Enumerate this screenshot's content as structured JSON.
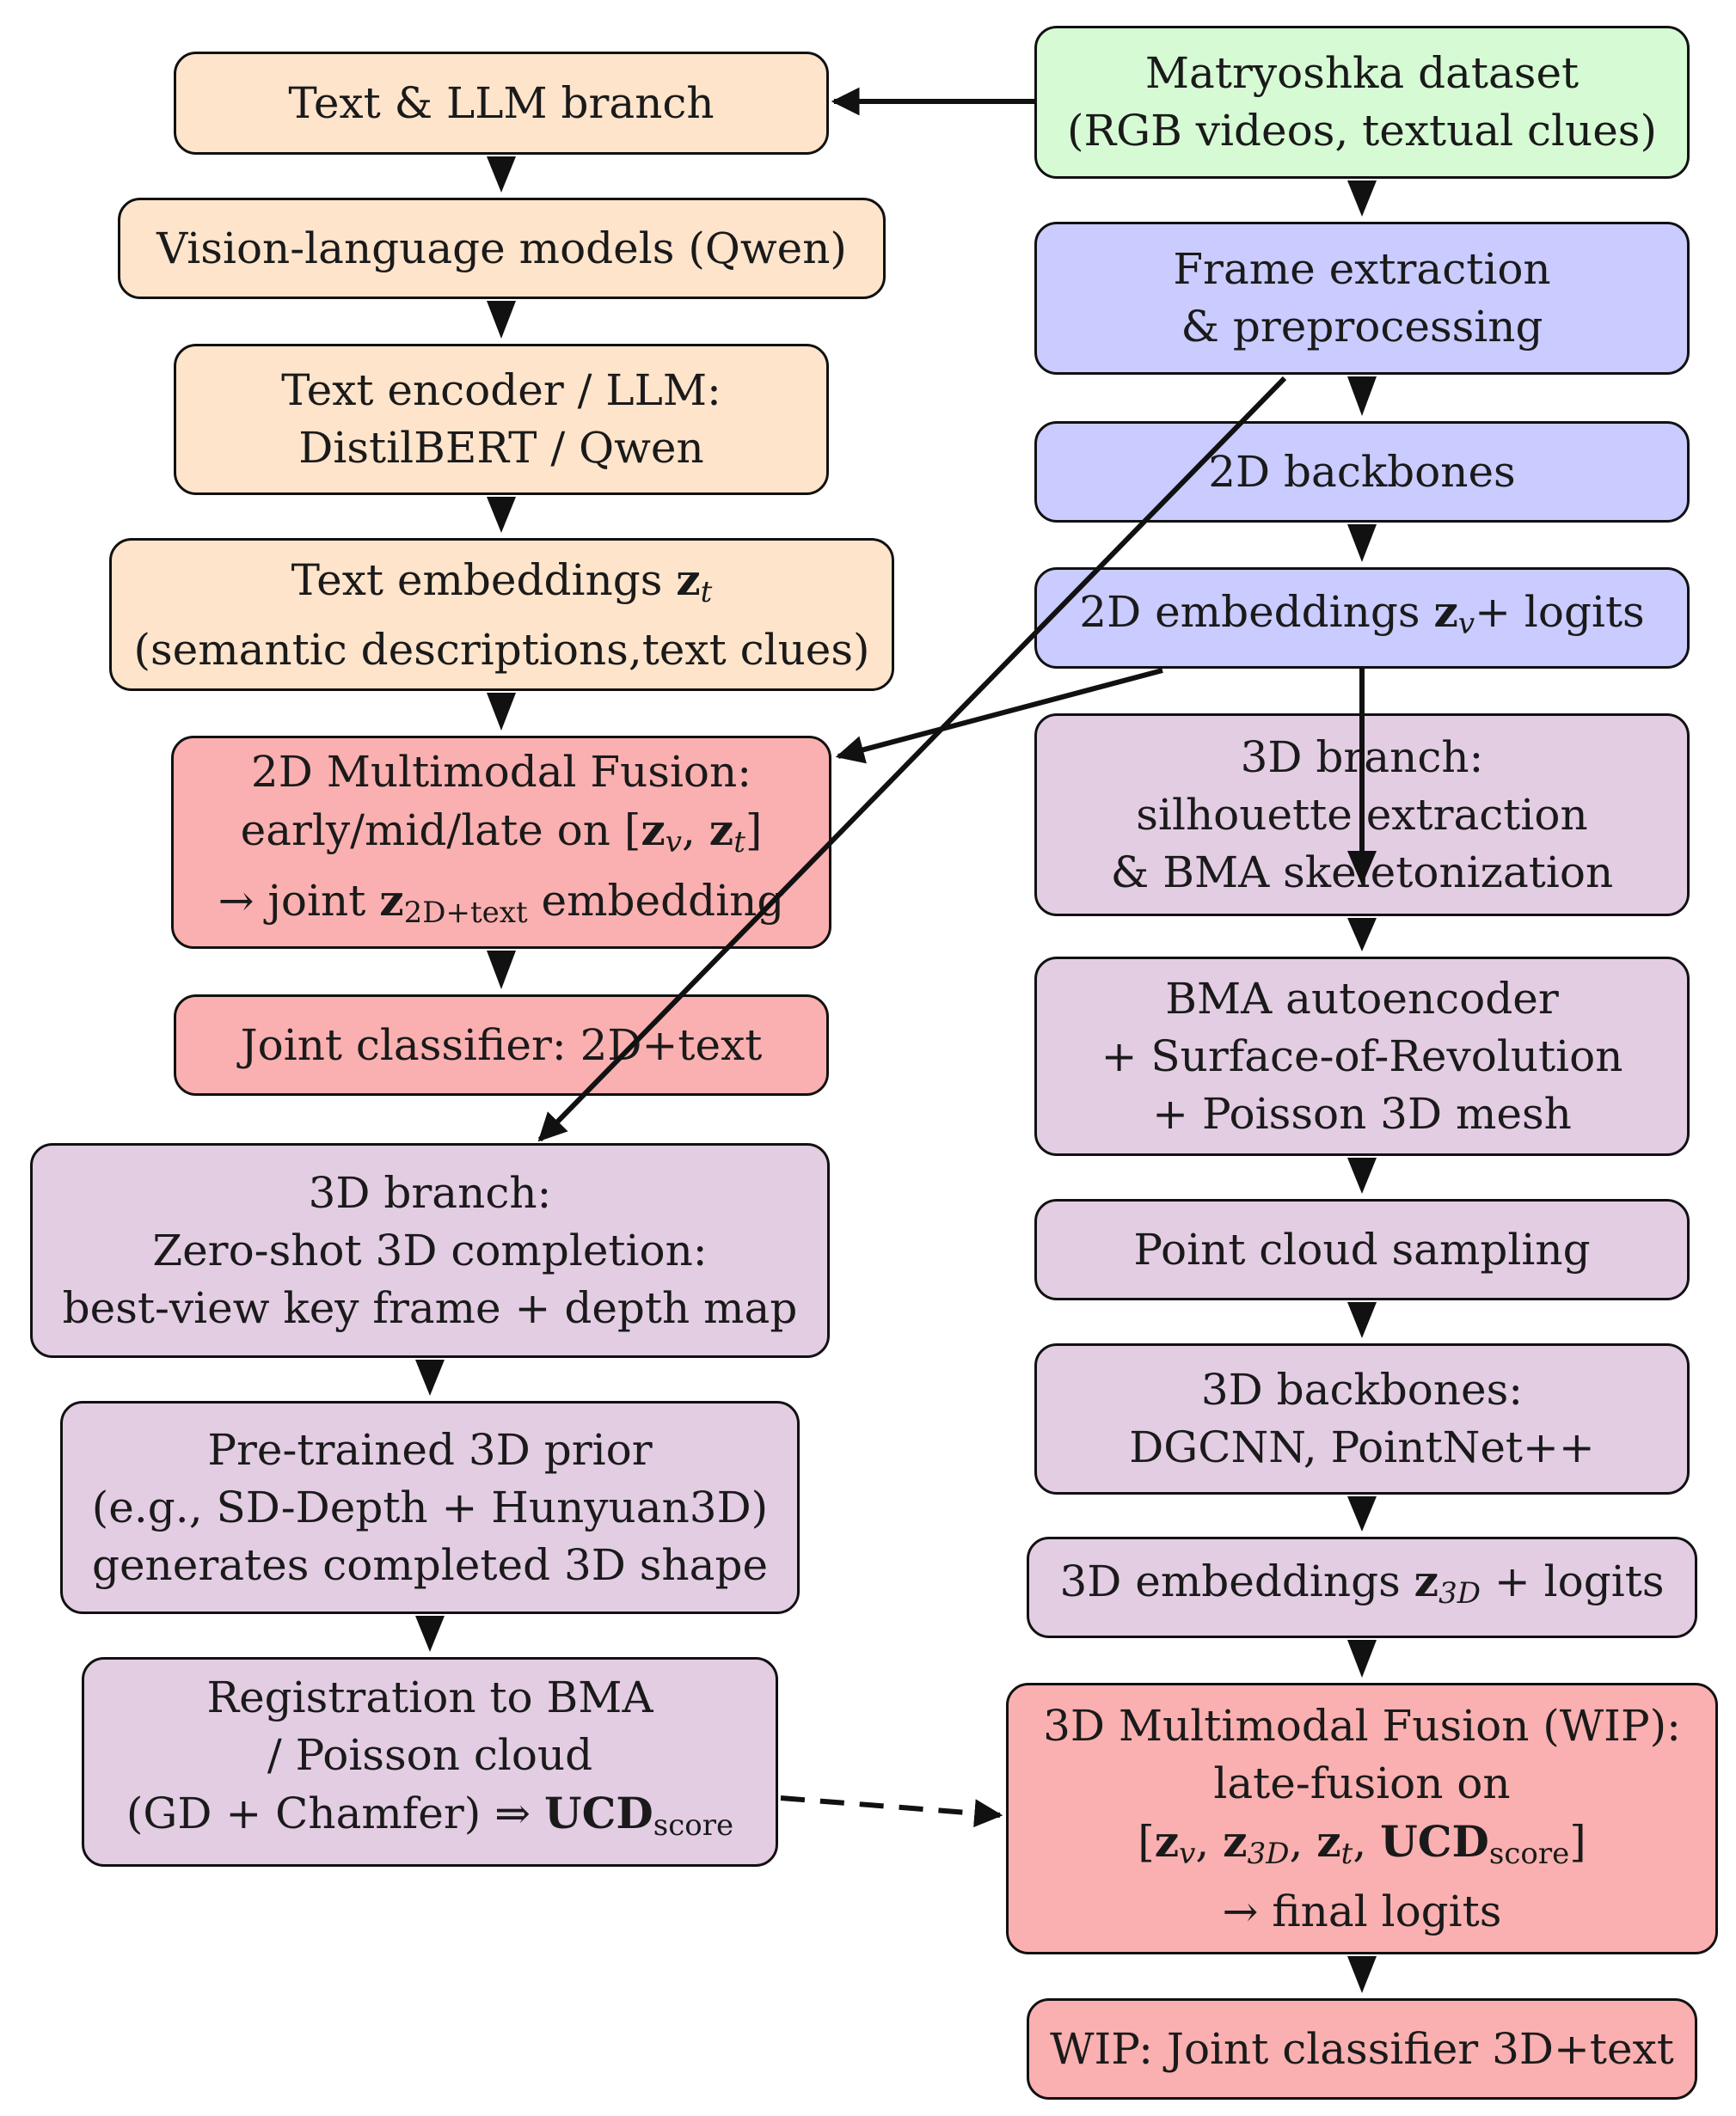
{
  "nodes": {
    "text_llm_branch": {
      "lines": [
        "Text & LLM branch"
      ]
    },
    "vlm": {
      "lines": [
        "Vision-language models (Qwen)"
      ]
    },
    "text_encoder": {
      "lines": [
        "Text encoder / LLM:",
        "DistilBERT / Qwen"
      ]
    },
    "text_embeddings": {
      "line1_prefix": "Text embeddings ",
      "line1_var": "z",
      "line1_sub": "t",
      "line2": "(semantic descriptions,text clues)"
    },
    "fusion_2d": {
      "line1": "2D Multimodal Fusion:",
      "line2_prefix": "early/mid/late on [",
      "z1": "z",
      "z1_sub": "v",
      "sep": ", ",
      "z2": "z",
      "z2_sub": "t",
      "line2_suffix": "]",
      "line3_prefix": "→ joint ",
      "z3": "z",
      "z3_sub": "2D+text",
      "line3_suffix": " embedding"
    },
    "joint_classifier_2d": {
      "lines": [
        "Joint classifier: 2D+text"
      ]
    },
    "branch_3d_left": {
      "lines": [
        "3D branch:",
        "Zero-shot 3D completion:",
        "best-view key frame + depth map"
      ]
    },
    "prior_3d": {
      "lines": [
        "Pre-trained 3D prior",
        "(e.g., SD-Depth + Hunyuan3D)",
        "generates completed 3D shape"
      ]
    },
    "registration": {
      "line1": "Registration to BMA",
      "line2": "/ Poisson cloud",
      "line3_prefix": "(GD + Chamfer) ⇒ ",
      "ucd": "UCD",
      "ucd_sub": "score"
    },
    "dataset": {
      "lines": [
        "Matryoshka dataset",
        "(RGB videos, textual clues)"
      ]
    },
    "frame_extraction": {
      "lines": [
        "Frame extraction",
        "& preprocessing"
      ]
    },
    "backbones_2d": {
      "lines": [
        "2D backbones"
      ]
    },
    "embeddings_2d": {
      "prefix": "2D embeddings ",
      "var": "z",
      "sub": "v",
      "suffix": "+ logits"
    },
    "branch_3d_right": {
      "lines": [
        "3D branch:",
        "silhouette extraction",
        "& BMA skeletonization"
      ]
    },
    "bma_autoencoder": {
      "lines": [
        "BMA autoencoder",
        "+ Surface-of-Revolution",
        "+ Poisson 3D mesh"
      ]
    },
    "point_cloud": {
      "lines": [
        "Point cloud sampling"
      ]
    },
    "backbones_3d": {
      "lines": [
        "3D backbones:",
        "DGCNN, PointNet++"
      ]
    },
    "embeddings_3d": {
      "prefix": "3D embeddings ",
      "var": "z",
      "sub": "3D",
      "suffix": " + logits"
    },
    "fusion_3d": {
      "line1": "3D Multimodal Fusion (WIP):",
      "line2": "late-fusion on",
      "l3_open": "[",
      "a": "z",
      "a_sub": "v",
      "b": "z",
      "b_sub": "3D",
      "c": "z",
      "c_sub": "t",
      "d": "UCD",
      "d_sub": "score",
      "comma": ", ",
      "l3_close": "]",
      "line4": "→ final logits"
    },
    "joint_classifier_3d": {
      "lines": [
        "WIP: Joint classifier 3D+text"
      ]
    }
  },
  "colors": {
    "text_branch": "#fde4cb",
    "dataset": "#d6fbd4",
    "pipeline_2d": "#cacbff",
    "pipeline_3d": "#e3cde3",
    "fusion": "#fab0b0",
    "border": "#111111"
  }
}
